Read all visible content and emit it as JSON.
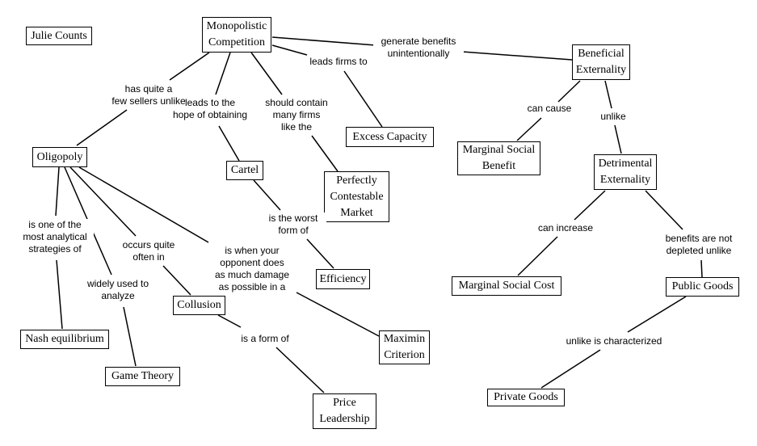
{
  "author": "Julie Counts",
  "nodes": {
    "monopolistic_competition": "Monopolistic\nCompetition",
    "oligopoly": "Oligopoly",
    "cartel": "Cartel",
    "excess_capacity": "Excess Capacity",
    "perfectly_contestable_market": "Perfectly\nContestable\nMarket",
    "efficiency": "Efficiency",
    "collusion": "Collusion",
    "nash_equilibrium": "Nash equilibrium",
    "game_theory": "Game Theory",
    "maximin_criterion": "Maximin\nCriterion",
    "price_leadership": "Price\nLeadership",
    "beneficial_externality": "Beneficial\nExternality",
    "marginal_social_benefit": "Marginal Social\nBenefit",
    "detrimental_externality": "Detrimental\nExternality",
    "marginal_social_cost": "Marginal Social Cost",
    "public_goods": "Public Goods",
    "private_goods": "Private Goods"
  },
  "links": {
    "has_quite_a_few_sellers_unlike": "has quite a\nfew sellers unlike",
    "leads_to_the_hope_of_obtaining": "leads to the\nhope of obtaining",
    "should_contain_many_firms_like_the": "should contain\nmany firms\nlike the",
    "leads_firms_to": "leads firms to",
    "generate_benefits_unintentionally": "generate benefits\nunintentionally",
    "can_cause": "can cause",
    "unlike": "unlike",
    "is_the_worst_form_of": "is the worst\nform of",
    "is_one_of_the_most_analytical_strategies_of": "is one of the\nmost analytical\nstrategies of",
    "widely_used_to_analyze": "widely used to\nanalyze",
    "occurs_quite_often_in": "occurs quite\noften in",
    "is_when_your_opponent": "is when your\nopponent does\nas much damage\nas possible in a",
    "is_a_form_of": "is a form of",
    "can_increase": "can increase",
    "benefits_are_not_depleted_unlike": "benefits are not\ndepleted unlike",
    "unlike_is_characterized": "unlike is characterized"
  }
}
